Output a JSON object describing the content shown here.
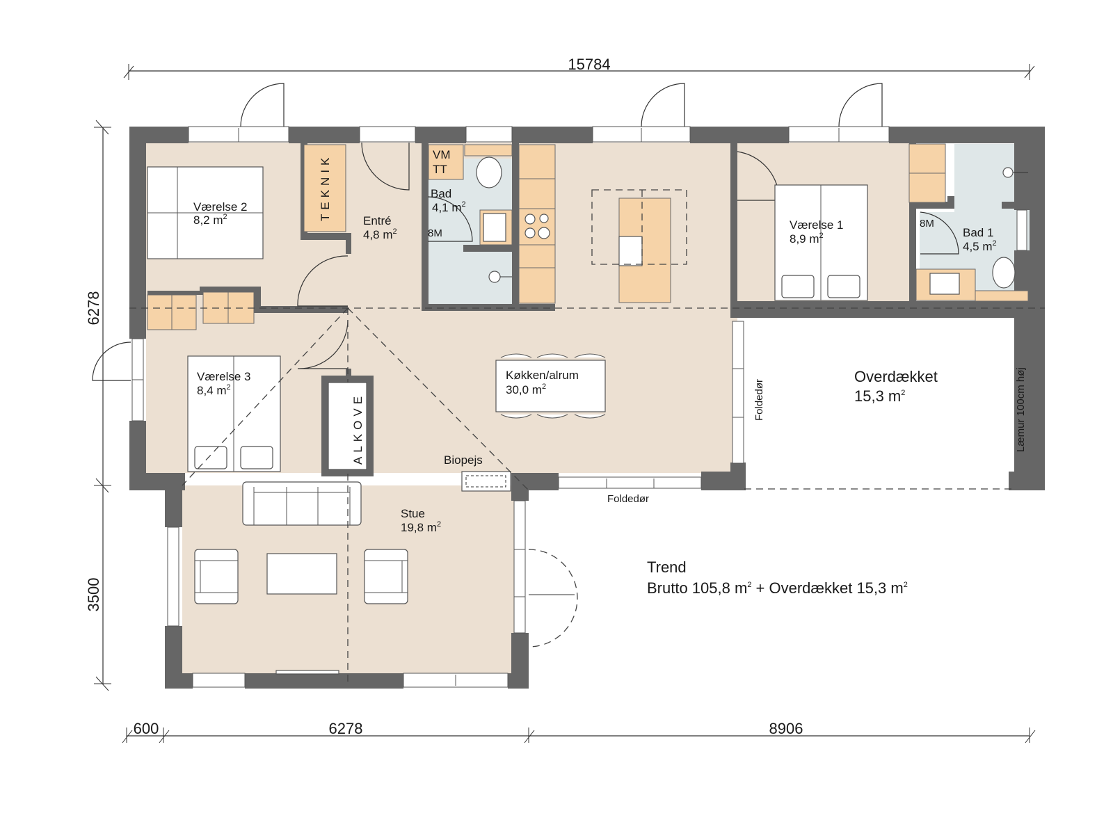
{
  "plan": {
    "title": "Trend",
    "summary": {
      "brutto_prefix": "Brutto 105,8 m",
      "brutto_sup": "2",
      "overdaekket_mid": " + Overdækket 15,3 m",
      "overdaekket_sup": "2"
    }
  },
  "dimensions": {
    "top_total": "15784",
    "left_upper": "6278",
    "left_lower": "3500",
    "bottom_a": "600",
    "bottom_b": "6278",
    "bottom_c": "8906"
  },
  "rooms": {
    "vaerelse2": {
      "name": "Værelse 2",
      "area": "8,2 m",
      "sup": "2"
    },
    "teknik": {
      "name": "TEKNIK"
    },
    "entre": {
      "name": "Entré",
      "area": "4,8 m",
      "sup": "2"
    },
    "bad": {
      "name": "Bad",
      "area": "4,1 m",
      "sup": "2",
      "vm": "VM",
      "tt": "TT",
      "tag": "8M"
    },
    "vaerelse1": {
      "name": "Værelse 1",
      "area": "8,9 m",
      "sup": "2"
    },
    "bad1": {
      "name": "Bad 1",
      "area": "4,5 m",
      "sup": "2",
      "tag": "8M"
    },
    "vaerelse3": {
      "name": "Værelse 3",
      "area": "8,4 m",
      "sup": "2"
    },
    "alkove": {
      "name": "ALKOVE"
    },
    "koekken": {
      "name": "Køkken/alrum",
      "area": "30,0 m",
      "sup": "2"
    },
    "overdaekket": {
      "name": "Overdækket",
      "area": "15,3 m",
      "sup": "2"
    },
    "stue": {
      "name": "Stue",
      "area": "19,8 m",
      "sup": "2"
    }
  },
  "annotations": {
    "biopejs": "Biopejs",
    "foldedoer_side": "Foldedør",
    "foldedoer_bottom": "Foldedør",
    "laemur": "Læmur 100cm høj"
  },
  "colors": {
    "wall": "#666666",
    "floor": "#ece0d2",
    "bathroom": "#dfe7e8",
    "cabinet": "#f6d3a8"
  }
}
